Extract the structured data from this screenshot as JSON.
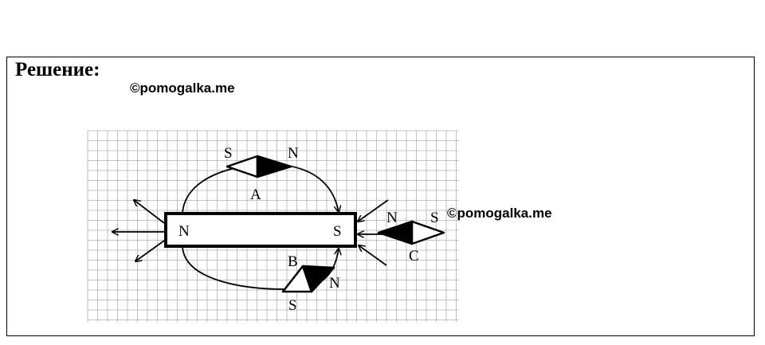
{
  "heading": "Решение:",
  "watermarks": [
    "©pomogalka.me",
    "©pomogalka.me"
  ],
  "magnet": {
    "left_pole": "N",
    "right_pole": "S"
  },
  "needles": {
    "A": {
      "name": "A",
      "pole_1": "S",
      "pole_2": "N"
    },
    "B": {
      "name": "B",
      "pole_1": "S",
      "pole_2": "N"
    },
    "C": {
      "name": "C",
      "pole_1": "N",
      "pole_2": "S"
    }
  },
  "colors": {
    "ink": "#000000",
    "grid": "#b0b0b0",
    "background": "#ffffff"
  }
}
